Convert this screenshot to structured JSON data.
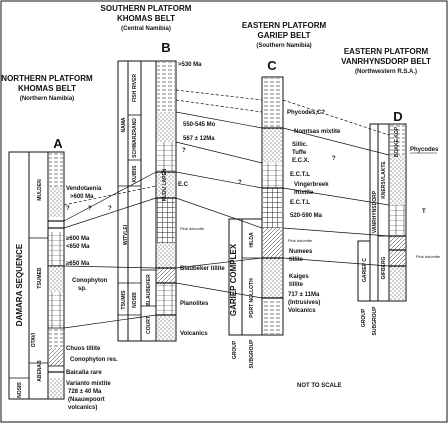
{
  "headings": {
    "b": {
      "line1": "SOUTHERN PLATFORM",
      "line2": "KHOMAS BELT",
      "line3": "(Central Namibia)",
      "letter": "B"
    },
    "c": {
      "line1": "EASTERN PLATFORM",
      "line2": "GARIEP BELT",
      "line3": "(Southern Namibia)",
      "letter": "C"
    },
    "a": {
      "line1": "NORTHERN PLATFORM",
      "line2": "KHOMAS BELT",
      "line3": "(Northern Namibia)",
      "letter": "A"
    },
    "d": {
      "line1": "EASTERN PLATFORM",
      "line2": "VANRHYNSDORP BELT",
      "line3": "(Northwestern R.S.A.)",
      "letter": "D"
    }
  },
  "sequence_label": "DAMARA SEQUENCE",
  "vertical_labels": {
    "a_mulden": "MULDEN",
    "a_tsumeb": "TSUMEB",
    "a_otavi": "OTAVI",
    "a_abenab": "ABENAB",
    "a_nosib": "NOSIB",
    "b_nama": "NAMA",
    "b_fish_river": "FISH RIVER",
    "b_schwarzrand": "SCHWARZRAND",
    "b_kuibis": "KUIBIS",
    "b_witvlei": "WITVLEI",
    "b_tsumis": "TSUMIS",
    "b_nosib": "NOSIB",
    "b_blaubeker": "BLAUBEKER",
    "b_court": "COURT",
    "b_kudu": "KUDU LAPEN",
    "c_gariep_complex": "GARIEP COMPLEX",
    "c_hilda": "HILDA",
    "c_port_nolloth": "PORT NOLLOTH",
    "c_group": "GROUP",
    "c_subgroup": "SUBGROUP",
    "d_vanrhynsdorp": "VANRHYNSDORP",
    "d_knersvlakte": "KNERSVLAKTE",
    "d_gifberg": "GIFBERG",
    "d_gariep_c": "GARIEP C",
    "d_group": "GROUP",
    "d_subgroup": "SUBGROUP",
    "d_kop": "BOKKE KOP"
  },
  "annotations": {
    "b_530": ">530 Ma",
    "b_550": "550-545 Mo",
    "b_567": "567 ± 12Ma",
    "b_ec": "E.C",
    "b_pink": "Pink dolomite",
    "b_blaubeker": "Blaubeker tillite",
    "b_planolites": "Planolites",
    "b_volcanics": "Volcanics",
    "a_vendotaenia": "Vendotaenia",
    "a_600": ">600 Ma",
    "a_q1": "?",
    "a_q2": "?",
    "a_q3": "?",
    "a_600b": "≥600 Ma",
    "a_650a": "<650 Ma",
    "a_650b": "≥650 Ma",
    "a_conophyton": "Conophyton",
    "a_sp": "sp.",
    "a_chuos": "Chuos tillite",
    "a_conophyton_res": "Conophyton res.",
    "a_baicalia": "Baicalia rare",
    "a_varianto": "Varianto mixtite",
    "a_728": "728 ± 40 Ma",
    "a_naauwpoort": "(Naauwpoort",
    "a_volcanics": "volcanics)",
    "c_phycodes": "Phycodes,C?",
    "c_numees_mixtite": "Nomtsas mixtite",
    "c_sillic": "Sillic.",
    "c_tuffe": "Tuffe",
    "c_ecx": "E.C.X.",
    "c_ectl": "E.C.T.L",
    "c_vingerbreek": "Vingerbreek",
    "c_mixtite": "mixtite",
    "c_ectl2": "E.C.T.L",
    "c_520": "520-590 Ma",
    "c_pink": "Pink dolomite",
    "c_numees": "Numees",
    "c_tillite": "tillite",
    "c_kaiges": "Kaiges",
    "c_tillite2": "tillite",
    "c_717": "717 ± 11Ma",
    "c_intrusives": "(Intrusives)",
    "c_volcanics": "Volcanics",
    "d_phycodes": "Phycodes",
    "d_t": "T",
    "d_pink": "Pink dolomite",
    "q_mid": "?",
    "q_mid2": "?",
    "q_mid3": "?",
    "not_to_scale": "NOT TO SCALE"
  },
  "colors": {
    "ink": "#111111",
    "paper": "#ffffff"
  }
}
